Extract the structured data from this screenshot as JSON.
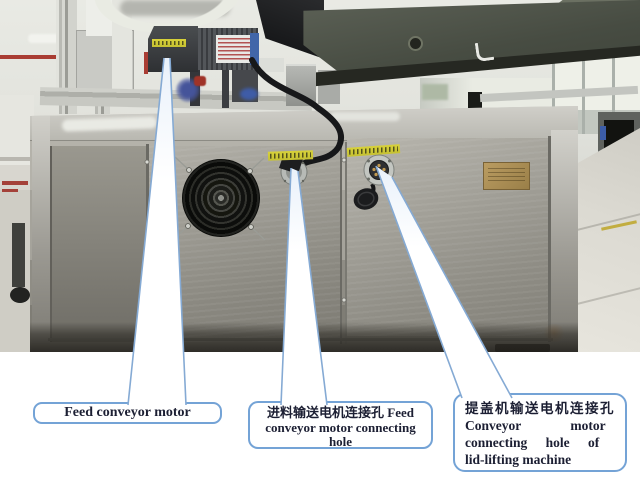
{
  "callouts": [
    {
      "id": "feed-conveyor-motor",
      "text": "Feed conveyor motor"
    },
    {
      "id": "feed-conveyor-motor-connecting-hole",
      "lines": [
        "进料输送电机连接孔 Feed",
        "conveyor motor connecting",
        "hole"
      ]
    },
    {
      "id": "lid-lifting-machine-motor-connecting-hole",
      "lines": [
        "提盖机输送电机连接孔",
        "Conveyor motor",
        "connecting hole of",
        "lid-lifting machine"
      ]
    }
  ],
  "colors": {
    "callout_border": "#74a3d6",
    "callout_text": "#1c1f33",
    "tag_yellow": "#d5cf32",
    "brass_plate": "#b2945a",
    "cabinet_steel": "#a5a39b"
  }
}
